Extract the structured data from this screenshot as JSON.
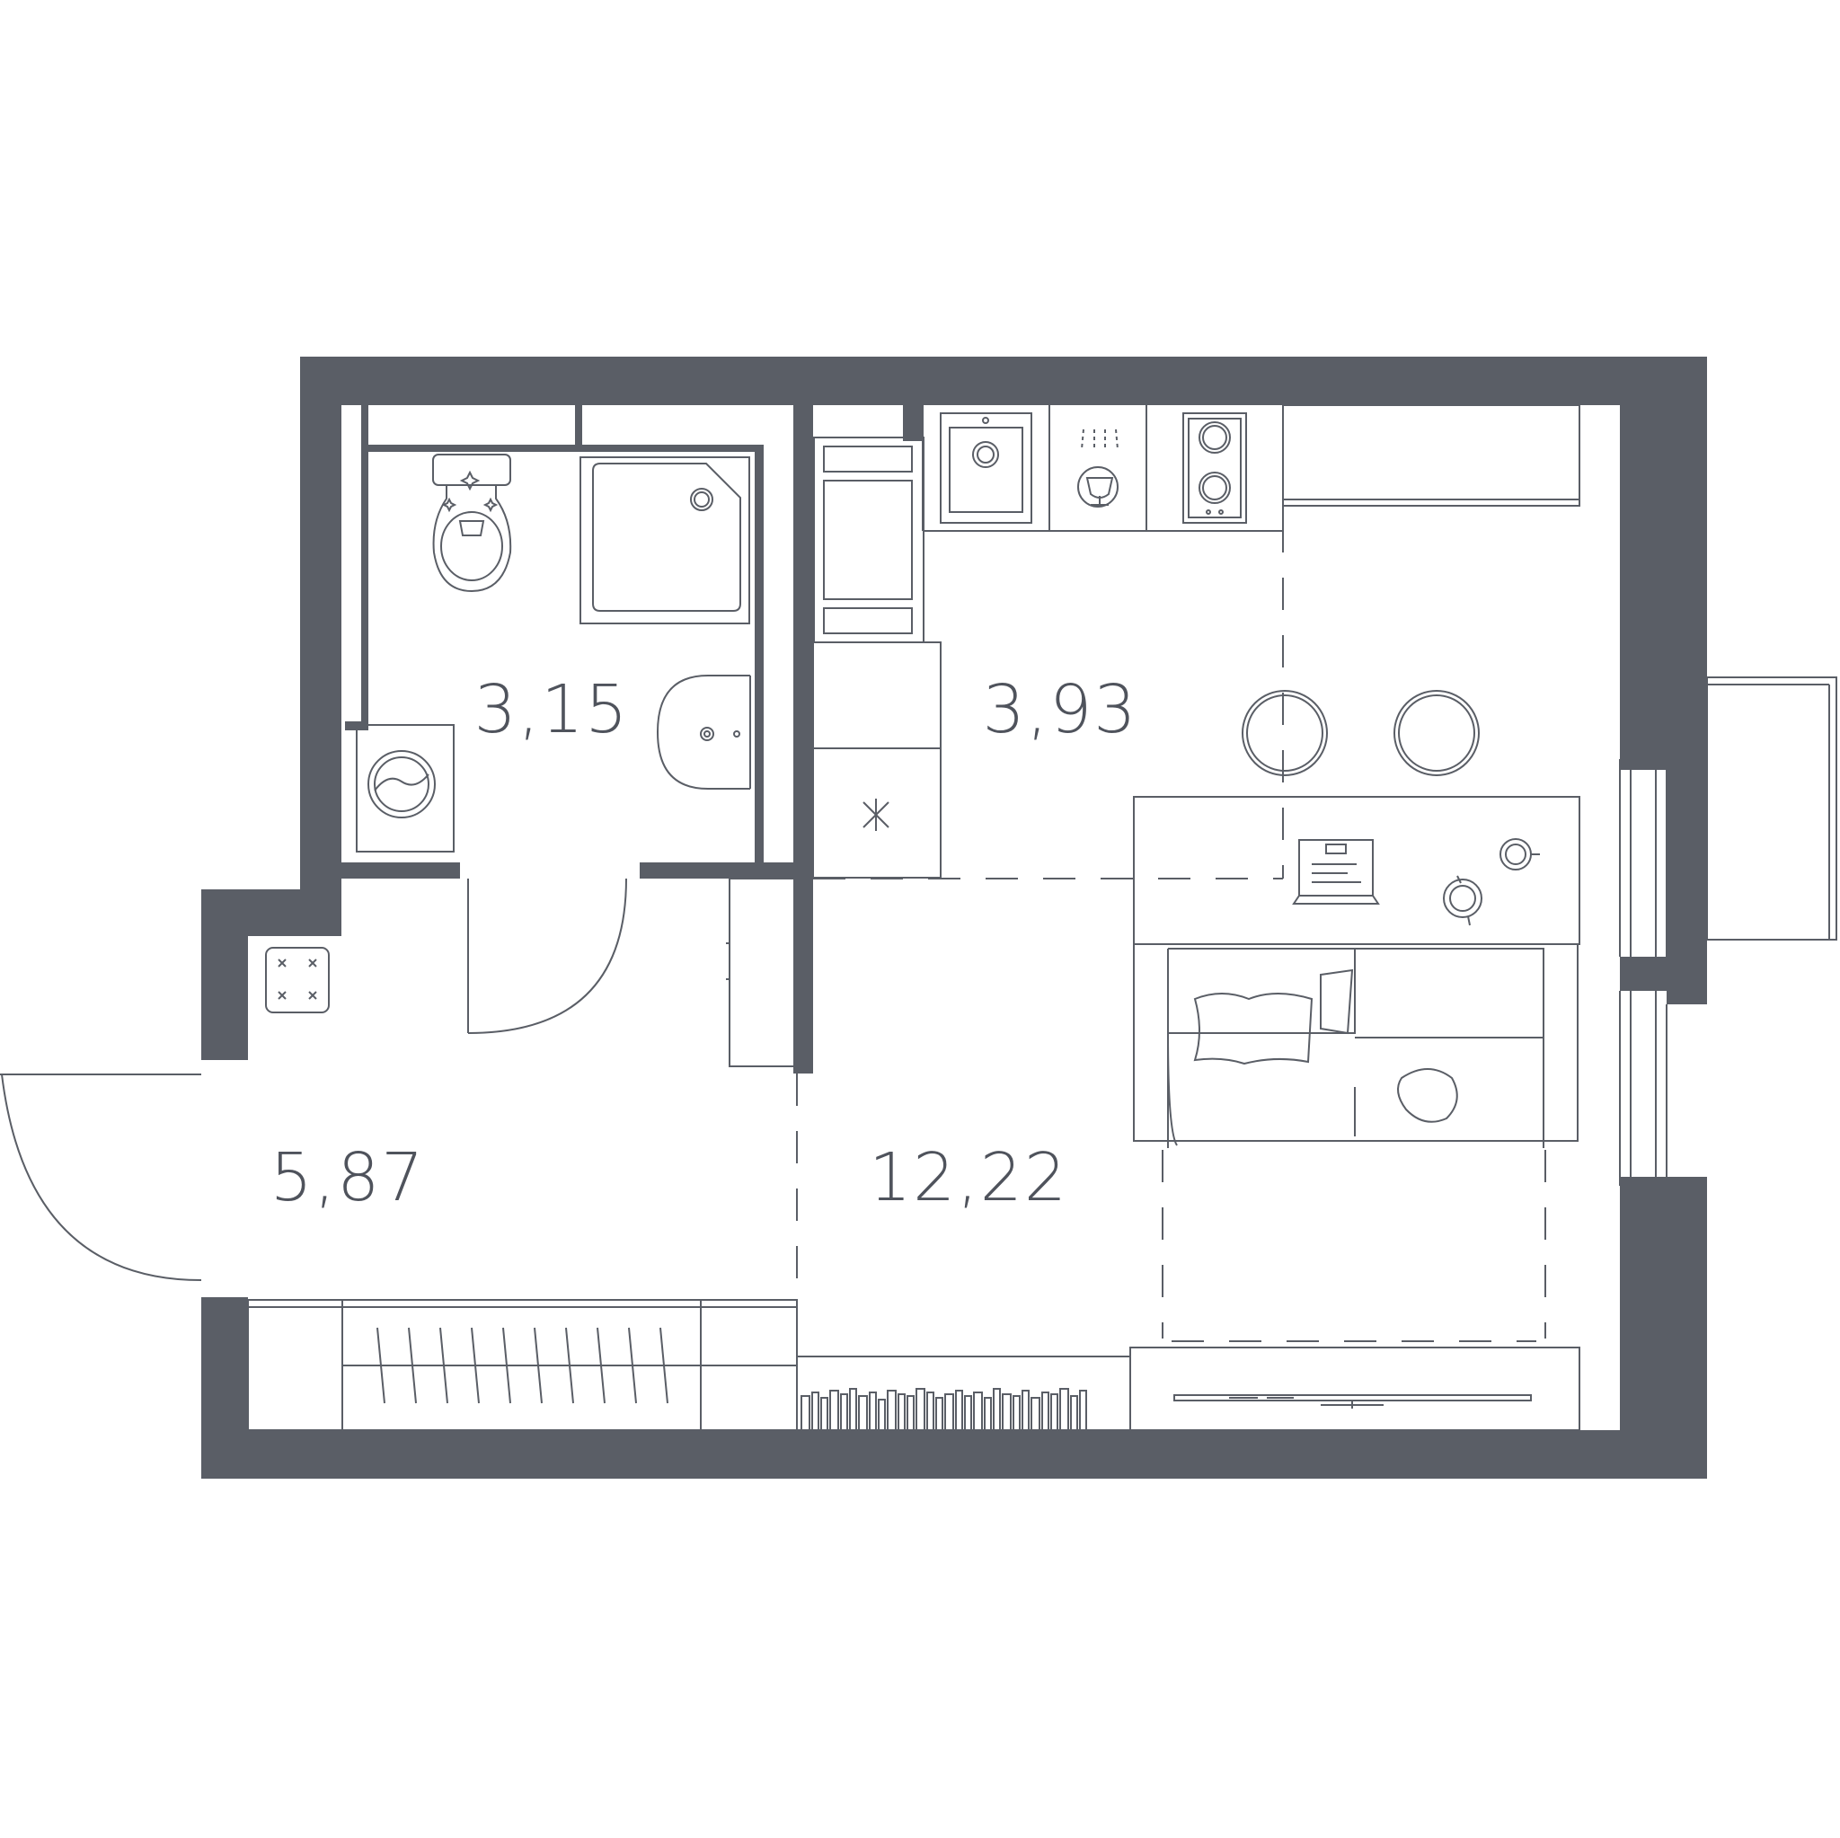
{
  "colors": {
    "wall": "#5a5e66",
    "line": "#5a5e66",
    "label": "#4f535c",
    "background": "#ffffff"
  },
  "rooms": {
    "bathroom": {
      "area": "3,15"
    },
    "kitchen": {
      "area": "3,93"
    },
    "hall": {
      "area": "5,87"
    },
    "living": {
      "area": "12,22"
    }
  },
  "icons": [
    "toilet-icon",
    "shower-tray-icon",
    "washbasin-icon",
    "washing-machine-icon",
    "refrigerator-icon",
    "kitchen-sink-icon",
    "dishwasher-icon",
    "hob-icon",
    "stool-icon",
    "table-icon",
    "laptop-icon",
    "sofa-icon",
    "tv-icon",
    "bookshelf-icon",
    "wardrobe-icon",
    "entrance-door-icon",
    "bathroom-door-icon",
    "balcony-icon",
    "boiler-icon"
  ]
}
